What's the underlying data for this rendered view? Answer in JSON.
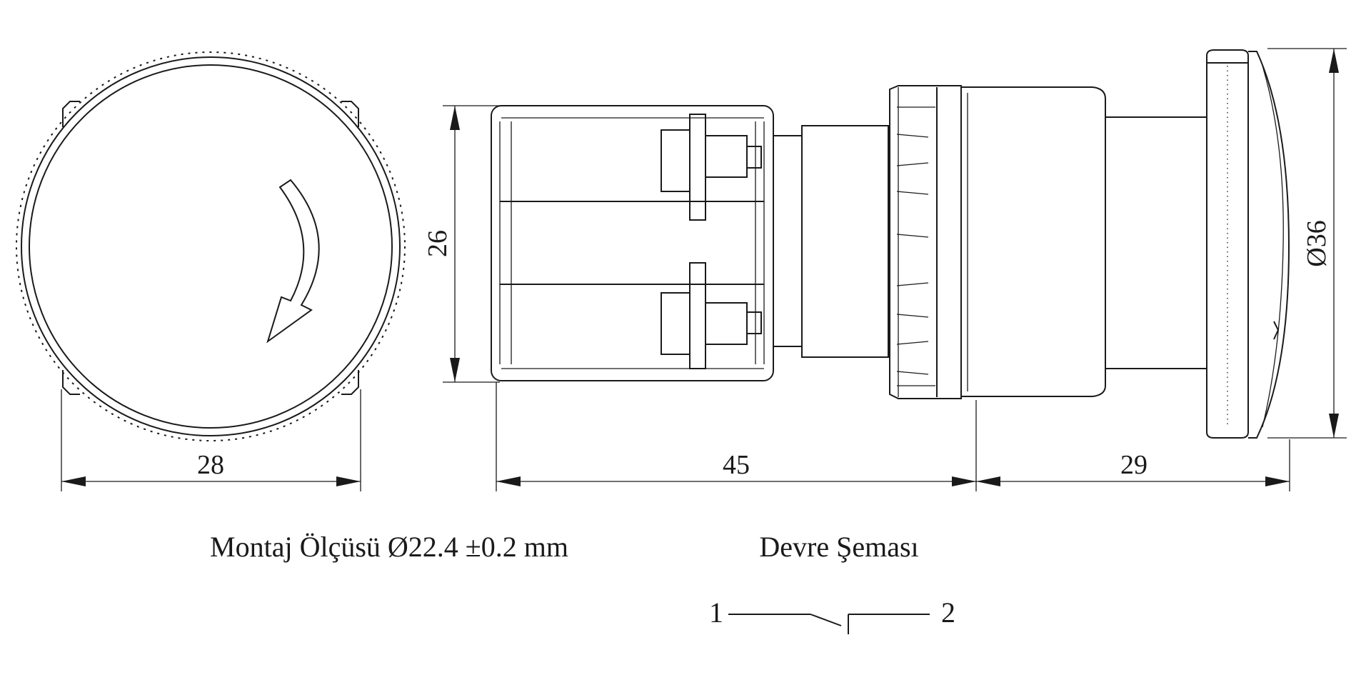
{
  "dimensions": {
    "head_width": "28",
    "body_length": "45",
    "head_length": "29",
    "body_height": "26",
    "head_diameter": "Ø36"
  },
  "caption": {
    "mounting": "Montaj Ölçüsü Ø22.4 ±0.2 mm",
    "circuit_title": "Devre Şeması"
  },
  "circuit": {
    "terminal_left": "1",
    "terminal_right": "2"
  }
}
